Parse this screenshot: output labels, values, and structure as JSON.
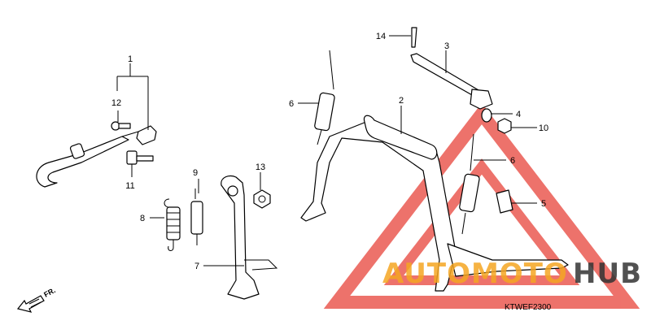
{
  "diagram": {
    "callouts": [
      {
        "id": "1",
        "label": "1"
      },
      {
        "id": "2",
        "label": "2"
      },
      {
        "id": "3",
        "label": "3"
      },
      {
        "id": "4",
        "label": "4"
      },
      {
        "id": "5",
        "label": "5"
      },
      {
        "id": "6a",
        "label": "6"
      },
      {
        "id": "6b",
        "label": "6"
      },
      {
        "id": "7",
        "label": "7"
      },
      {
        "id": "8",
        "label": "8"
      },
      {
        "id": "9",
        "label": "9"
      },
      {
        "id": "10",
        "label": "10"
      },
      {
        "id": "11",
        "label": "11"
      },
      {
        "id": "12",
        "label": "12"
      },
      {
        "id": "13",
        "label": "13"
      },
      {
        "id": "14",
        "label": "14"
      }
    ],
    "front_arrow_label": "FR.",
    "diagram_code": "KTWEF2300",
    "watermark": {
      "part_one": "AUTOMOTO",
      "part_two": "HUB",
      "color_one": "#f5a623",
      "color_two": "#333333",
      "triangle_color": "#e8443a"
    }
  }
}
